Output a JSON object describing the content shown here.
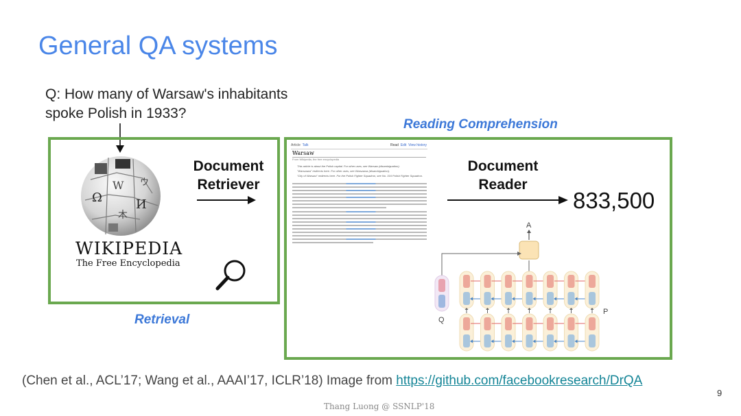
{
  "slide": {
    "title": "General QA systems",
    "question_line1": "Q:  How many of Warsaw's inhabitants",
    "question_line2": "spoke Polish in 1933?",
    "retrieval_label": "Retrieval",
    "reading_comprehension_label": "Reading Comprehension",
    "document_retriever_line1": "Document",
    "document_retriever_line2": "Retriever",
    "document_reader_line1": "Document",
    "document_reader_line2": "Reader",
    "answer": "833,500",
    "wikipedia_wordmark": "WIKIPEDIA",
    "wikipedia_tagline": "The Free Encyclopedia",
    "citation_text": "(Chen et al., ACL’17; Wang et al., AAAI’17, ICLR’18) Image from ",
    "citation_link": "https://github.com/facebookresearch/DrQA",
    "page_number": "9",
    "footer": "Thang Luong  @ SSNLP'18"
  },
  "wiki_page": {
    "tab_article": "Article",
    "tab_talk": "Talk",
    "tab_read": "Read",
    "tab_edit": "Edit",
    "tab_history": "View history",
    "title": "Warsaw",
    "from_line": "From Wikipedia, the free encyclopedia",
    "hatnote1": "This article is about the Polish capital. For other uses, see Warsaw (disambiguation).",
    "hatnote2": "\"Warszawa\" redirects here. For other uses, see Warszawa (disambiguation).",
    "hatnote3": "\"City of Warsaw\" redirects here. For the Polish Fighter Squadron, see No. 316 Polish Fighter Squadron."
  },
  "diagram": {
    "label_a": "A",
    "label_q": "Q",
    "label_p": "P"
  },
  "colors": {
    "title_blue": "#4a86e8",
    "label_blue": "#3c78d8",
    "box_green": "#6aa84f",
    "link_teal": "#138496"
  },
  "icons": [
    "wikipedia-globe-icon",
    "magnifier-icon",
    "arrow-icon"
  ]
}
